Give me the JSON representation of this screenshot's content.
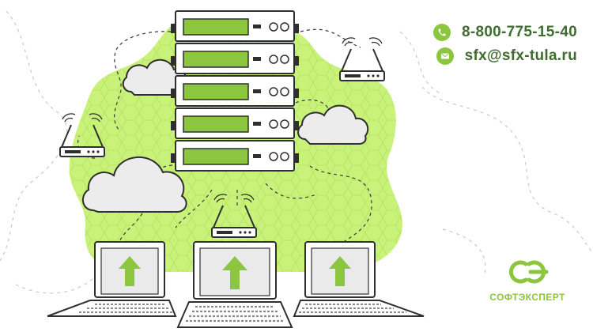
{
  "contacts": {
    "phone": "8-800-775-15-40",
    "email": "sfx@sfx-tula.ru",
    "phone_icon": "phone-icon",
    "email_icon": "mail-icon"
  },
  "brand": {
    "name": "СОФТЭКСПЕРТ",
    "logo_icon": "softexpert-logo-icon"
  },
  "colors": {
    "accent_green": "#8cc63f",
    "lime_blob": "#c9f27a",
    "dark_outline": "#2f2f2f",
    "text_green": "#3f6d2f"
  },
  "illustration": {
    "servers": 5,
    "routers": 3,
    "clouds": 3,
    "laptops": 3
  }
}
